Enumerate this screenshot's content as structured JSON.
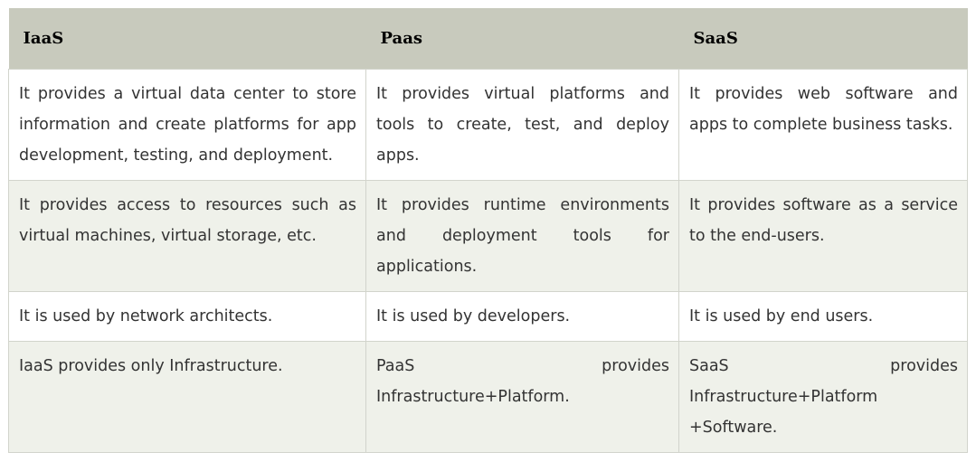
{
  "table": {
    "headers": [
      "IaaS",
      "Paas",
      "SaaS"
    ],
    "rows": [
      [
        "It provides a virtual data center to store information and create platforms for app development, testing, and deployment.",
        "It provides virtual platforms and tools to create, test, and deploy apps.",
        "It provides web software and apps to complete business tasks."
      ],
      [
        "It provides access to resources such as virtual machines, virtual storage, etc.",
        "It provides runtime environments and deployment tools for applications.",
        "It provides software as a service to the end-users."
      ],
      [
        "It is used by network architects.",
        "It is used by developers.",
        "It is used by end users."
      ],
      [
        "IaaS provides only Infrastructure.",
        "PaaS provides Infrastructure+Platform.",
        "SaaS provides Infrastructure+Platform +Software."
      ]
    ]
  },
  "colors": {
    "header_bg": "#c8cabd",
    "row_alt_bg": "#eff1ea",
    "border": "#d2d4cc",
    "text": "#333333"
  }
}
